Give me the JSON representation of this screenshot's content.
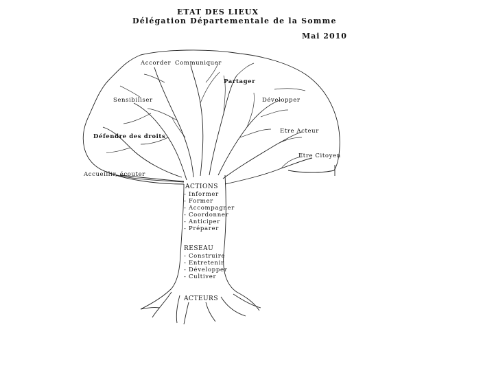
{
  "header": {
    "title": "ETAT DES LIEUX",
    "subtitle": "Délégation Départementale de la Somme",
    "date": "Mai 2010"
  },
  "branches": {
    "accorder": "Accorder",
    "communiquer": "Communiquer",
    "partager": "Partager",
    "sensibiliser": "Sensibiliser",
    "developper": "Développer",
    "etre_acteur": "Etre Acteur",
    "defendre": "Défendre des droits",
    "etre_citoyen": "Etre Citoyen",
    "accueillir": "Accueillir, écouter"
  },
  "trunk": {
    "actions_title": "ACTIONS",
    "actions_items": [
      "- Informer",
      "- Former",
      "- Accompagner",
      "- Coordonner",
      "- Anticiper",
      "- Préparer"
    ],
    "reseau_title": "RESEAU",
    "reseau_items": [
      "- Construire",
      "- Entretenir",
      "- Développer",
      "- Cultiver"
    ],
    "acteurs_title": "ACTEURS"
  }
}
